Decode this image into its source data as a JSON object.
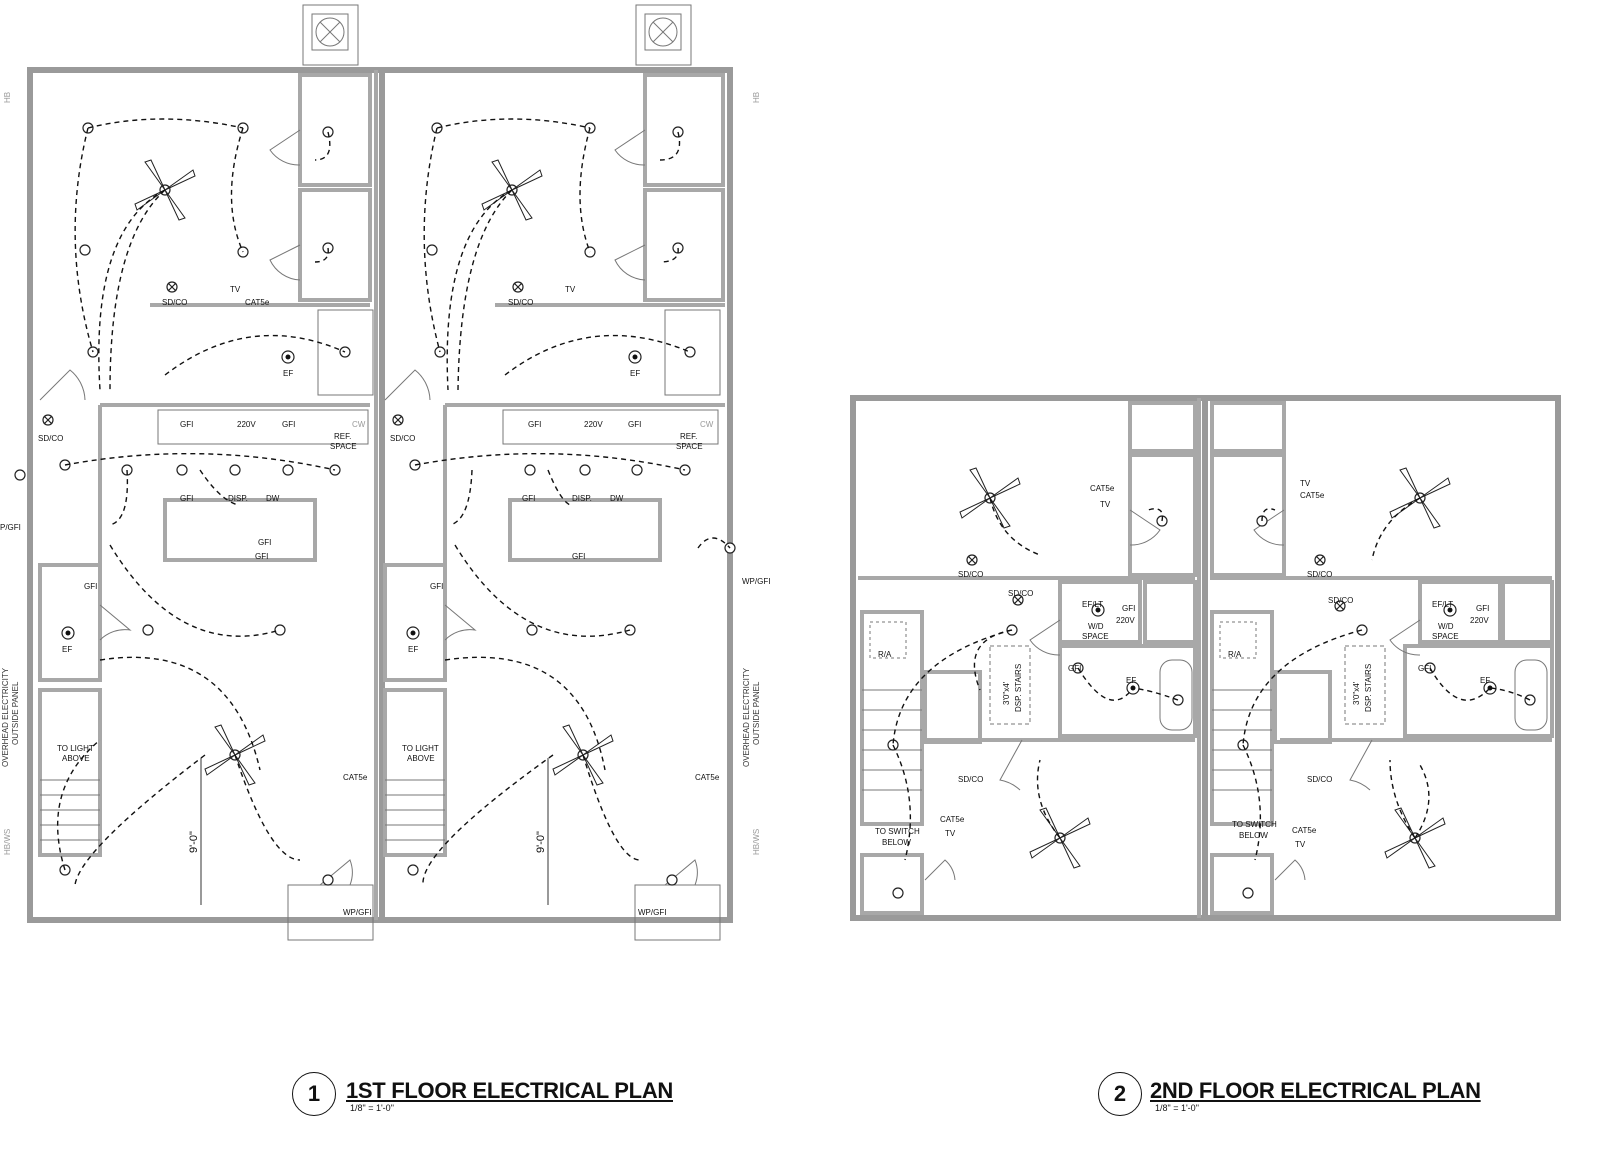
{
  "plans": [
    {
      "number": "1",
      "title": "1ST FLOOR ELECTRICAL PLAN",
      "scale": "1/8\" = 1'-0\""
    },
    {
      "number": "2",
      "title": "2ND FLOOR ELECTRICAL PLAN",
      "scale": "1/8\" = 1'-0\""
    }
  ],
  "labels": {
    "sdco": "SD/CO",
    "tv": "TV",
    "cat5e": "CAT5e",
    "gfi": "GFI",
    "v220": "220V",
    "ref_space_1": "REF.",
    "ref_space_2": "SPACE",
    "disp": "DISP.",
    "dw": "DW",
    "ef": "EF",
    "eflt": "EF/LT",
    "wp_gfi": "WP/GFI",
    "p_gfi": "P/GFI",
    "to_light_1": "TO LIGHT",
    "to_light_2": "ABOVE",
    "to_switch_1": "TO SWITCH",
    "to_switch_2": "BELOW",
    "ra": "R/A",
    "wd_1": "W/D",
    "wd_2": "SPACE",
    "stairs_1": "3'0\"x4'",
    "stairs_2": "DSP. STAIRS",
    "dim": "9'-0\"",
    "hb": "HB",
    "hbws": "HB/WS",
    "cw": "CW",
    "overhead_1": "OVERHEAD ELECTRICITY",
    "overhead_2": "OUTSIDE PANEL"
  }
}
